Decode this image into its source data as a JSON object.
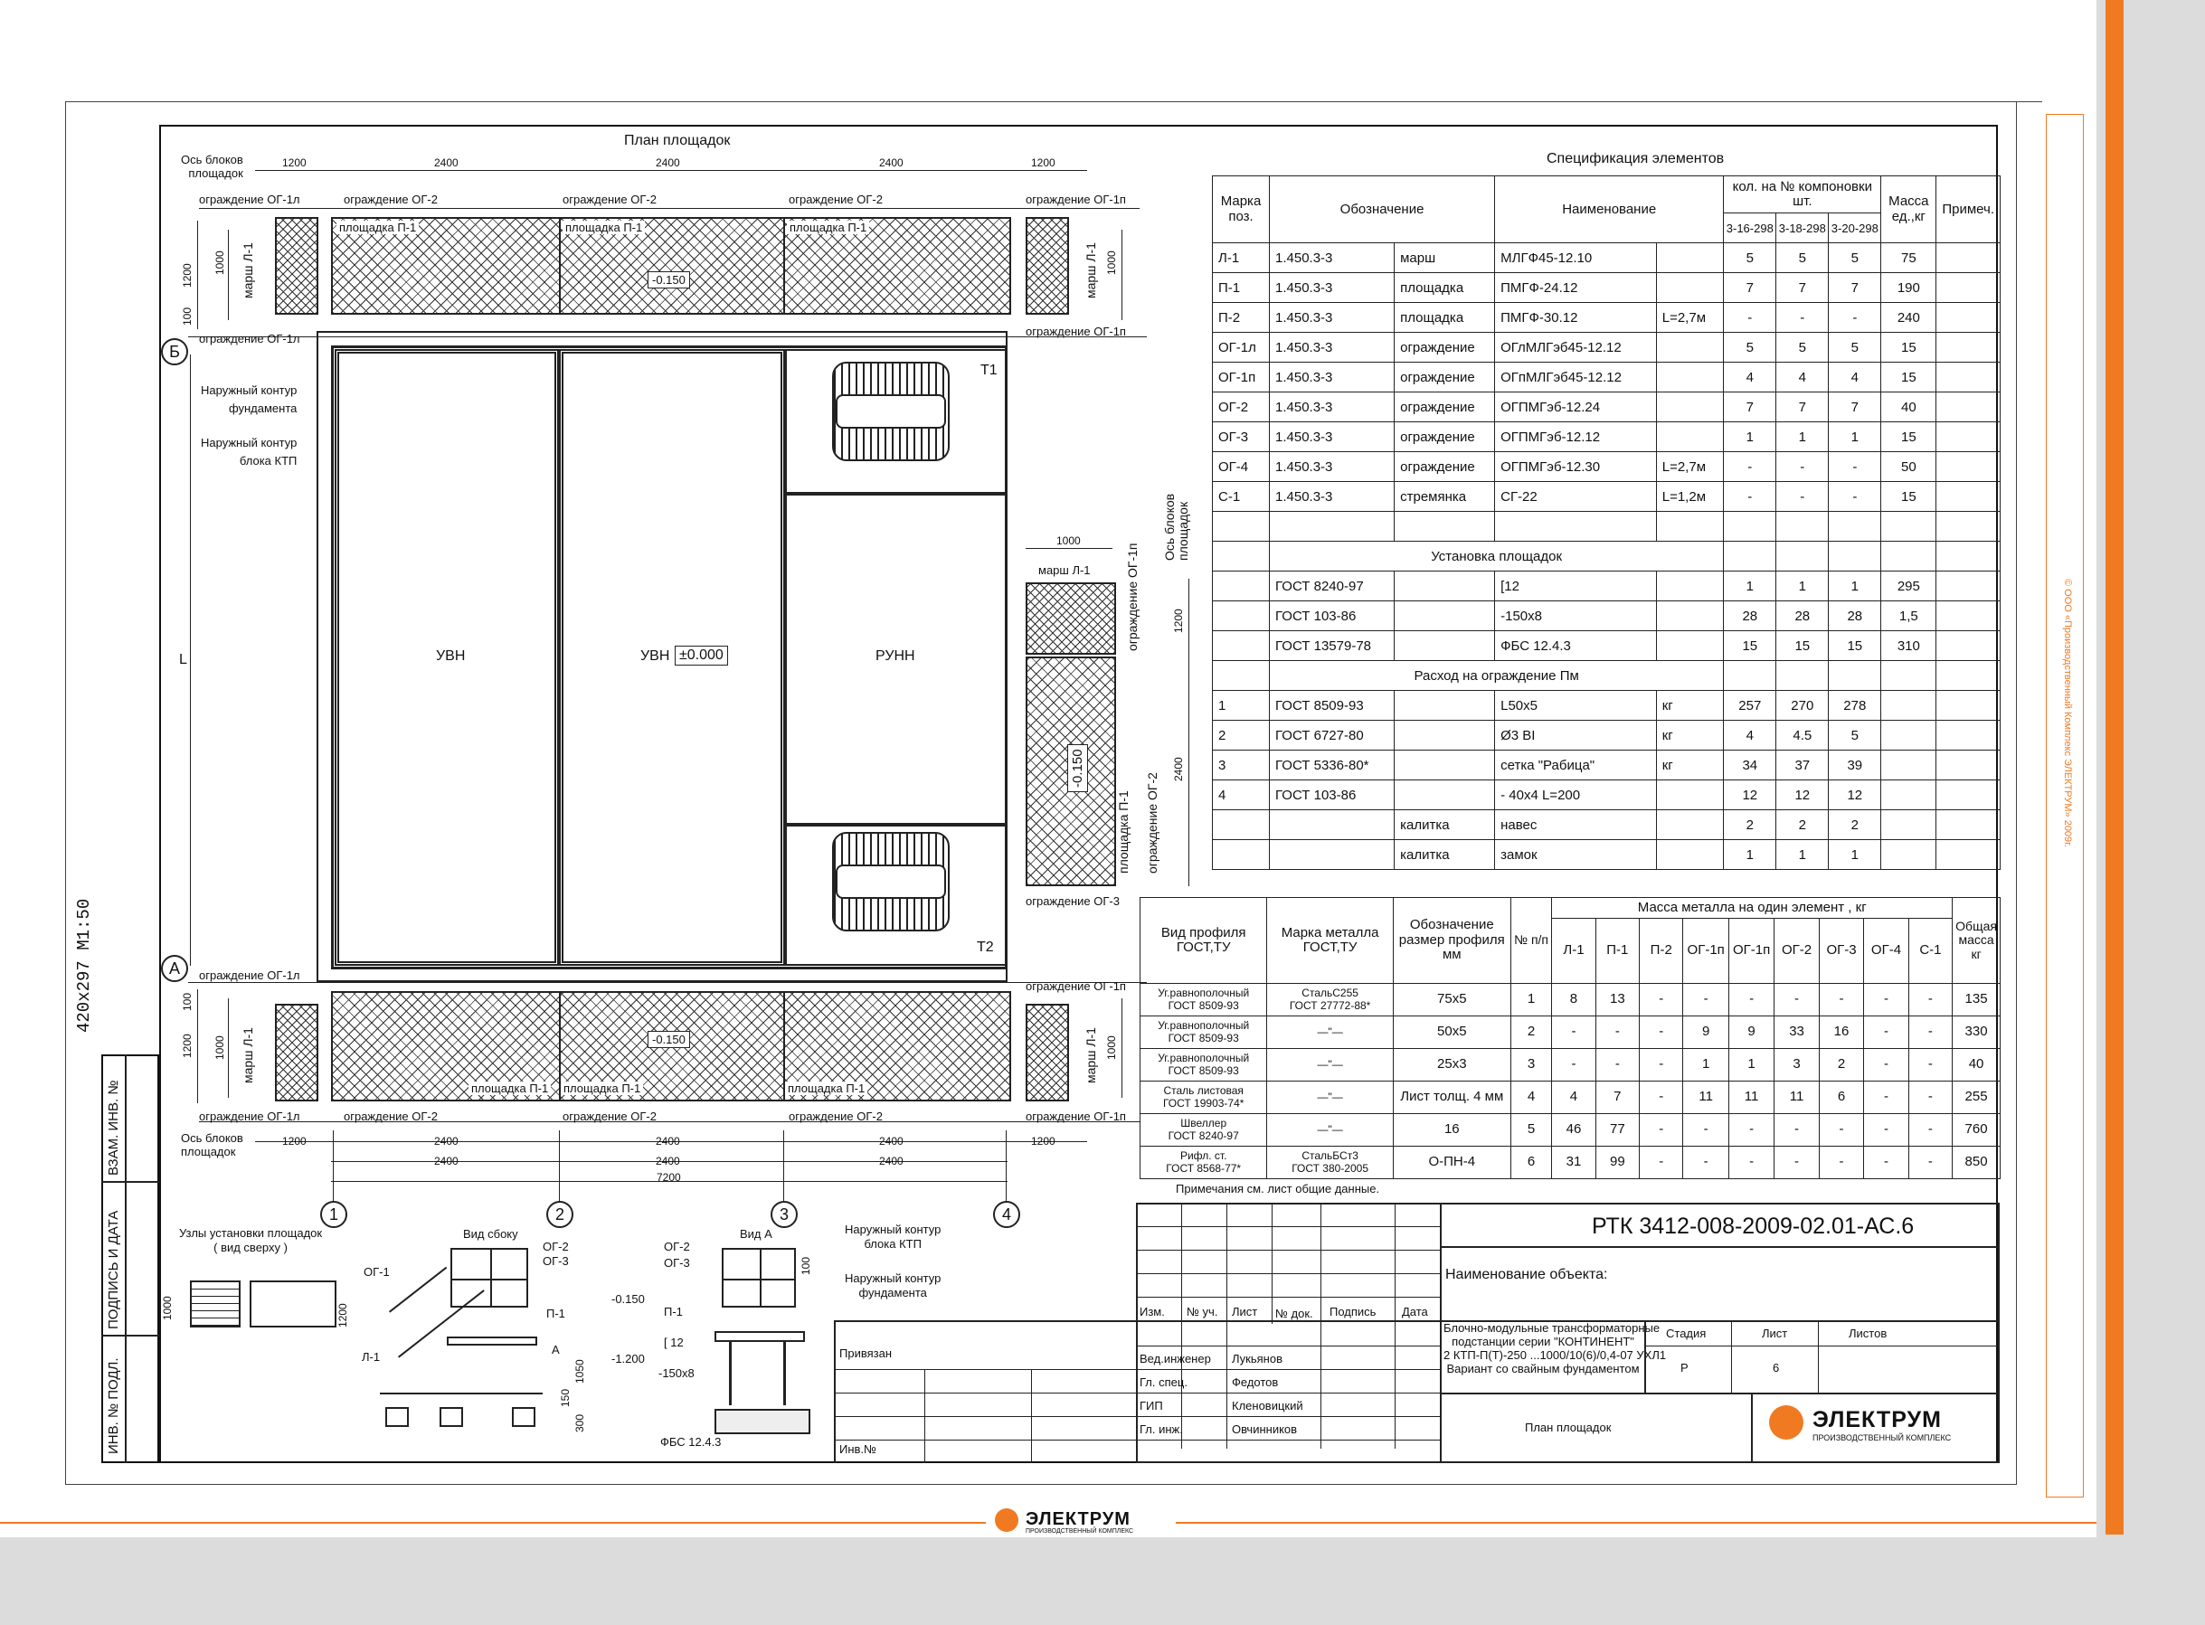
{
  "colors": {
    "accent": "#f07a22",
    "side_gray": "#dcdcdc"
  },
  "plan": {
    "title": "План площадок",
    "axis_label_top": "Ось блоков\nплощадок",
    "axis_label_bottom": "Ось блоков\nплощадок",
    "dims_top": [
      "1200",
      "2400",
      "2400",
      "2400",
      "1200"
    ],
    "dims_bottom": [
      "1200",
      "2400",
      "2400",
      "2400",
      "1200"
    ],
    "dims_bottom2": [
      "2400",
      "2400",
      "2400"
    ],
    "dim_total": "7200",
    "fence_top": [
      "ограждение ОГ-1л",
      "ограждение ОГ-2",
      "ограждение ОГ-2",
      "ограждение ОГ-2",
      "ограждение ОГ-1п"
    ],
    "fence_bottom": [
      "ограждение ОГ-1л",
      "ограждение ОГ-2",
      "ограждение ОГ-2",
      "ограждение ОГ-2",
      "ограждение ОГ-1п"
    ],
    "fence_side_b_left": "ограждение ОГ-1л",
    "fence_side_b_right": "ограждение ОГ-1п",
    "fence_side_a_left": "ограждение ОГ-1л",
    "fence_side_a_right": "ограждение ОГ-1п",
    "platform_top": [
      "площадка П-1",
      "площадка П-1",
      "площадка П-1"
    ],
    "platform_bottom": [
      "площадка П-1",
      "площадка П-1",
      "площадка П-1"
    ],
    "level_top": "-0.150",
    "level_bottom": "-0.150",
    "level_side": "-0.150",
    "level_center": "±0.000",
    "stair_label": "марш Л-1",
    "outer_foundation": "Наружный контур\nфундамента",
    "outer_ktp": "Наружный контур\nблока КТП",
    "rooms": [
      "УВН",
      "УВН",
      "РУНН"
    ],
    "transformers": [
      "Т1",
      "Т2"
    ],
    "axis_b": "Б",
    "axis_a": "А",
    "axis_nums": [
      "1",
      "2",
      "3",
      "4"
    ],
    "dim_1000": "1000",
    "dim_1200": "1200",
    "dim_100": "100",
    "side_dim_1000": "1000",
    "side_dim_1200": "1200",
    "side_dim_2400": "2400",
    "side_stair": "марш Л-1",
    "side_fence_1p": "ограждение ОГ-1п",
    "side_fence_og2": "ограждение ОГ-2",
    "side_fence_og3": "ограждение ОГ-3",
    "side_platform": "площадка П-1",
    "side_axis": "Ось блоков\nплощадок",
    "L_mark": "L"
  },
  "nodes": {
    "title": "Узлы установки площадок\n( вид сверху )",
    "side_view": "Вид сбоку",
    "view_a": "Вид А",
    "labels_side": [
      "ОГ-1",
      "ОГ-2",
      "ОГ-3",
      "П-1",
      "Л-1",
      "А"
    ],
    "labels_a": [
      "ОГ-2",
      "ОГ-3",
      "П-1",
      "[ 12",
      "-150x8",
      "ФБС 12.4.3"
    ],
    "lvl1": "-0.150",
    "lvl2": "-1.200",
    "outer_ktp": "Наружный контур\nблока КТП",
    "outer_found": "Наружный контур\nфундамента",
    "dims": [
      "1000",
      "1200",
      "1050",
      "150",
      "300",
      "100"
    ]
  },
  "spec": {
    "title": "Спецификация элементов",
    "head": {
      "mark": "Марка\nпоз.",
      "desig": "Обозначение",
      "name": "Наименование",
      "qty": "кол. на № компоновки\nшт.",
      "q1": "3-16-298",
      "q2": "3-18-298",
      "q3": "3-20-298",
      "mass": "Масса\nед.,кг",
      "note": "Примеч."
    },
    "rows": [
      [
        "Л-1",
        "1.450.3-3",
        "марш",
        "МЛГФ45-12.10",
        "",
        "5",
        "5",
        "5",
        "75"
      ],
      [
        "П-1",
        "1.450.3-3",
        "площадка",
        "ПМГФ-24.12",
        "",
        "7",
        "7",
        "7",
        "190"
      ],
      [
        "П-2",
        "1.450.3-3",
        "площадка",
        "ПМГФ-30.12",
        "L=2,7м",
        "-",
        "-",
        "-",
        "240"
      ],
      [
        "ОГ-1л",
        "1.450.3-3",
        "ограждение",
        "ОГлМЛГэб45-12.12",
        "",
        "5",
        "5",
        "5",
        "15"
      ],
      [
        "ОГ-1п",
        "1.450.3-3",
        "ограждение",
        "ОГпМЛГэб45-12.12",
        "",
        "4",
        "4",
        "4",
        "15"
      ],
      [
        "ОГ-2",
        "1.450.3-3",
        "ограждение",
        "ОГПМГэб-12.24",
        "",
        "7",
        "7",
        "7",
        "40"
      ],
      [
        "ОГ-3",
        "1.450.3-3",
        "ограждение",
        "ОГПМГэб-12.12",
        "",
        "1",
        "1",
        "1",
        "15"
      ],
      [
        "ОГ-4",
        "1.450.3-3",
        "ограждение",
        "ОГПМГэб-12.30",
        "L=2,7м",
        "-",
        "-",
        "-",
        "50"
      ],
      [
        "С-1",
        "1.450.3-3",
        "стремянка",
        "СГ-22",
        "L=1,2м",
        "-",
        "-",
        "-",
        "15"
      ]
    ],
    "section1": "Установка площадок",
    "rows2": [
      [
        "",
        "ГОСТ 8240-97",
        "",
        "[12",
        "",
        "1",
        "1",
        "1",
        "295"
      ],
      [
        "",
        "ГОСТ 103-86",
        "",
        "-150x8",
        "",
        "28",
        "28",
        "28",
        "1,5"
      ],
      [
        "",
        "ГОСТ 13579-78",
        "",
        "ФБС 12.4.3",
        "",
        "15",
        "15",
        "15",
        "310"
      ]
    ],
    "section2": "Расход на ограждение Пм",
    "rows3": [
      [
        "1",
        "ГОСТ 8509-93",
        "",
        "L50x5",
        "кг",
        "257",
        "270",
        "278",
        ""
      ],
      [
        "2",
        "ГОСТ 6727-80",
        "",
        "Ø3 BI",
        "кг",
        "4",
        "4.5",
        "5",
        ""
      ],
      [
        "3",
        "ГОСТ 5336-80*",
        "",
        "сетка \"Рабица\"",
        "кг",
        "34",
        "37",
        "39",
        ""
      ],
      [
        "4",
        "ГОСТ 103-86",
        "",
        "- 40x4 L=200",
        "",
        "12",
        "12",
        "12",
        ""
      ],
      [
        "",
        "",
        "калитка",
        "навес",
        "",
        "2",
        "2",
        "2",
        ""
      ],
      [
        "",
        "",
        "калитка",
        "замок",
        "",
        "1",
        "1",
        "1",
        ""
      ]
    ]
  },
  "metal": {
    "head": {
      "profile": "Вид профиля\nГОСТ,ТУ",
      "grade": "Марка металла\nГОСТ,ТУ",
      "desig": "Обозначение\nразмер профиля\nмм",
      "num": "№ п/п",
      "mass": "Масса металла на один элемент , кг",
      "total": "Общая\nмасса\nкг"
    },
    "cols": [
      "Л-1",
      "П-1",
      "П-2",
      "ОГ-1п",
      "ОГ-1п",
      "ОГ-2",
      "ОГ-3",
      "ОГ-4",
      "С-1"
    ],
    "rows": [
      {
        "profile": "Уг.равнополочный\nГОСТ 8509-93",
        "grade": "СтальС255\nГОСТ 27772-88*",
        "desig": "75x5",
        "num": "1",
        "vals": [
          "8",
          "13",
          "-",
          "-",
          "-",
          "-",
          "-",
          "-",
          "-"
        ],
        "total": "135"
      },
      {
        "profile": "Уг.равнополочный\nГОСТ 8509-93",
        "grade": "—\"—",
        "desig": "50x5",
        "num": "2",
        "vals": [
          "-",
          "-",
          "-",
          "9",
          "9",
          "33",
          "16",
          "-",
          "-"
        ],
        "total": "330"
      },
      {
        "profile": "Уг.равнополочный\nГОСТ 8509-93",
        "grade": "—\"—",
        "desig": "25x3",
        "num": "3",
        "vals": [
          "-",
          "-",
          "-",
          "1",
          "1",
          "3",
          "2",
          "-",
          "-"
        ],
        "total": "40"
      },
      {
        "profile": "Сталь листовая\nГОСТ 19903-74*",
        "grade": "—\"—",
        "desig": "Лист толщ. 4 мм",
        "num": "4",
        "vals": [
          "4",
          "7",
          "-",
          "11",
          "11",
          "11",
          "6",
          "-",
          "-"
        ],
        "total": "255"
      },
      {
        "profile": "Швеллер\nГОСТ 8240-97",
        "grade": "—\"—",
        "desig": "16",
        "num": "5",
        "vals": [
          "46",
          "77",
          "-",
          "-",
          "-",
          "-",
          "-",
          "-",
          "-"
        ],
        "total": "760"
      },
      {
        "profile": "Рифл. ст.\nГОСТ 8568-77*",
        "grade": "СтальБСт3\nГОСТ 380-2005",
        "desig": "О-ПН-4",
        "num": "6",
        "vals": [
          "31",
          "99",
          "-",
          "-",
          "-",
          "-",
          "-",
          "-",
          "-"
        ],
        "total": "850"
      }
    ],
    "note": "Примечания см. лист общие данные."
  },
  "stamp": {
    "code": "РТК 3412-008-2009-02.01-АС.6",
    "object_label": "Наименование объекта:",
    "cols": [
      "Изм.",
      "№ уч.",
      "Лист",
      "№ док.",
      "Подпись",
      "Дата"
    ],
    "title": "Блочно-модульные трансформаторные\nподстанции серии \"КОНТИНЕНТ\"\n2 КТП-П(Т)-250 ...1000/10(6)/0,4-07 УХЛ1\nВариант со свайным фундаментом",
    "stage_h": "Стадия",
    "sheet_h": "Лист",
    "sheets_h": "Листов",
    "stage": "Р",
    "sheet": "6",
    "sheets": "",
    "people": [
      [
        "Вед.инженер",
        "Лукьянов"
      ],
      [
        "Гл. спец.",
        "Федотов"
      ],
      [
        "ГИП",
        "Кленовицкий"
      ],
      [
        "Гл. инж.",
        "Овчинников"
      ]
    ],
    "sheet_name": "План площадок",
    "bind_label": "Привязан",
    "inv_label": "Инв.№",
    "company": "ЭЛЕКТРУМ",
    "company_sub": "ПРОИЗВОДСТВЕННЫЙ КОМПЛЕКС"
  },
  "left_frame": {
    "format": "420x297 М1:50",
    "cells": [
      "ИНВ. № ПОДЛ.",
      "ПОДПИСЬ И ДАТА",
      "ВЗАМ. ИНВ. №"
    ]
  },
  "copyright": "© ООО «Производственный Комплекс ЭЛЕКТРУМ» 2009г.",
  "footer_logo": "ЭЛЕКТРУМ",
  "footer_logo_sub": "ПРОИЗВОДСТВЕННЫЙ КОМПЛЕКС"
}
